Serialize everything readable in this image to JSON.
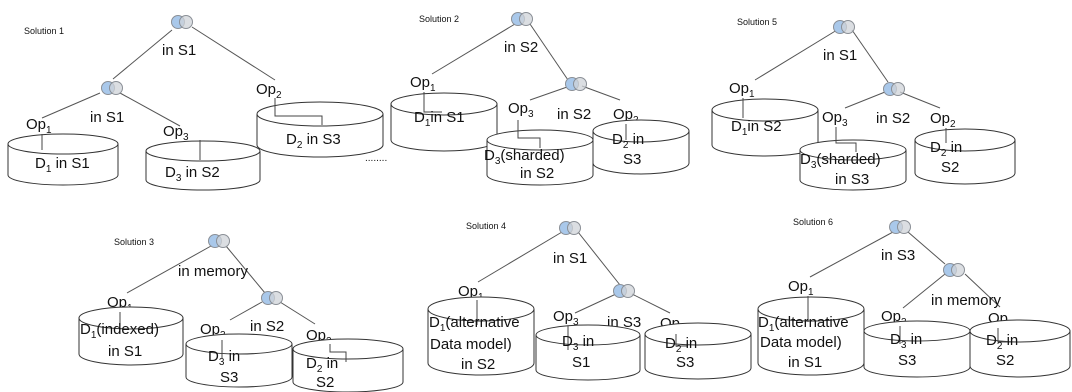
{
  "diagram": {
    "solution1": {
      "title": "Solution 1",
      "root_loc": "in S1",
      "join_loc": "in S1",
      "op1": "Op",
      "op1_sub": "1",
      "op2": "Op",
      "op2_sub": "2",
      "op3": "Op",
      "op3_sub": "3",
      "d1_a": "D",
      "d1_sub": "1",
      "d1_b": " in S1",
      "d3_a": "D",
      "d3_sub": "3",
      "d3_b": " in S2",
      "d2_a": "D",
      "d2_sub": "2",
      "d2_b": " in S3",
      "ellipsis": "........"
    },
    "solution2": {
      "title": "Solution 2",
      "root_loc": "in S2",
      "join_loc": "in S2",
      "op1": "Op",
      "op1_sub": "1",
      "op2": "Op",
      "op2_sub": "2",
      "op3": "Op",
      "op3_sub": "3",
      "d1_a": "D",
      "d1_sub": "1",
      "d1_b": "in S1",
      "d3_a": "D",
      "d3_sub": "3",
      "d3_b": "(sharded)",
      "d3_c": "in S2",
      "d2_a": "D",
      "d2_sub": "2",
      "d2_b": " in",
      "d2_c": "S3"
    },
    "solution5": {
      "title": "Solution 5",
      "root_loc": "in S1",
      "join_loc": "in S2",
      "op1": "Op",
      "op1_sub": "1",
      "op2": "Op",
      "op2_sub": "2",
      "op3": "Op",
      "op3_sub": "3",
      "d1_a": "D",
      "d1_sub": "1",
      "d1_b": "in S2",
      "d3_a": "D",
      "d3_sub": "3",
      "d3_b": "(sharded)",
      "d3_c": "in S3",
      "d2_a": "D",
      "d2_sub": "2",
      "d2_b": " in",
      "d2_c": "S2"
    },
    "solution3": {
      "title": "Solution 3",
      "root_loc": "in memory",
      "join_loc": "in S2",
      "op1": "Op",
      "op1_sub": "1",
      "op2": "Op",
      "op2_sub": "2",
      "op3": "Op",
      "op3_sub": "3",
      "d1_a": "D",
      "d1_sub": "1",
      "d1_b": "(indexed)",
      "d1_c": "in S1",
      "d3_a": "D",
      "d3_sub": "3",
      "d3_b": " in",
      "d3_c": "S3",
      "d2_a": "D",
      "d2_sub": "2",
      "d2_b": " in",
      "d2_c": "S2"
    },
    "solution4": {
      "title": "Solution 4",
      "root_loc": "in S1",
      "join_loc": "in S3",
      "op1": "Op",
      "op1_sub": "1",
      "op2": "Op",
      "op2_sub": "2",
      "op3": "Op",
      "op3_sub": "3",
      "d1_a": "D",
      "d1_sub": "1",
      "d1_b": "(alternative",
      "d1_c": "Data model)",
      "d1_d": "in S2",
      "d3_a": "D",
      "d3_sub": "3",
      "d3_b": " in",
      "d3_c": "S1",
      "d2_a": "D",
      "d2_sub": "2",
      "d2_b": " in",
      "d2_c": "S3"
    },
    "solution6": {
      "title": "Solution 6",
      "root_loc": "in S3",
      "join_loc": "in memory",
      "op1": "Op",
      "op1_sub": "1",
      "op2": "Op",
      "op2_sub": "2",
      "op3": "Op",
      "op3_sub": "3",
      "d1_a": "D",
      "d1_sub": "1",
      "d1_b": "(alternative",
      "d1_c": "Data model)",
      "d1_d": "in S1",
      "d3_a": "D",
      "d3_sub": "3",
      "d3_b": " in",
      "d3_c": "S3",
      "d2_a": "D",
      "d2_sub": "2",
      "d2_b": " in",
      "d2_c": "S2"
    }
  },
  "colors": {
    "join_fill_left": "#a9c8ea",
    "join_fill_right": "#cfd3d8",
    "join_stroke": "#8a8f96",
    "edge": "#555555",
    "cylinder_stroke": "#333333"
  },
  "icons": {
    "join": "join-icon",
    "datastore": "cylinder-datastore"
  }
}
